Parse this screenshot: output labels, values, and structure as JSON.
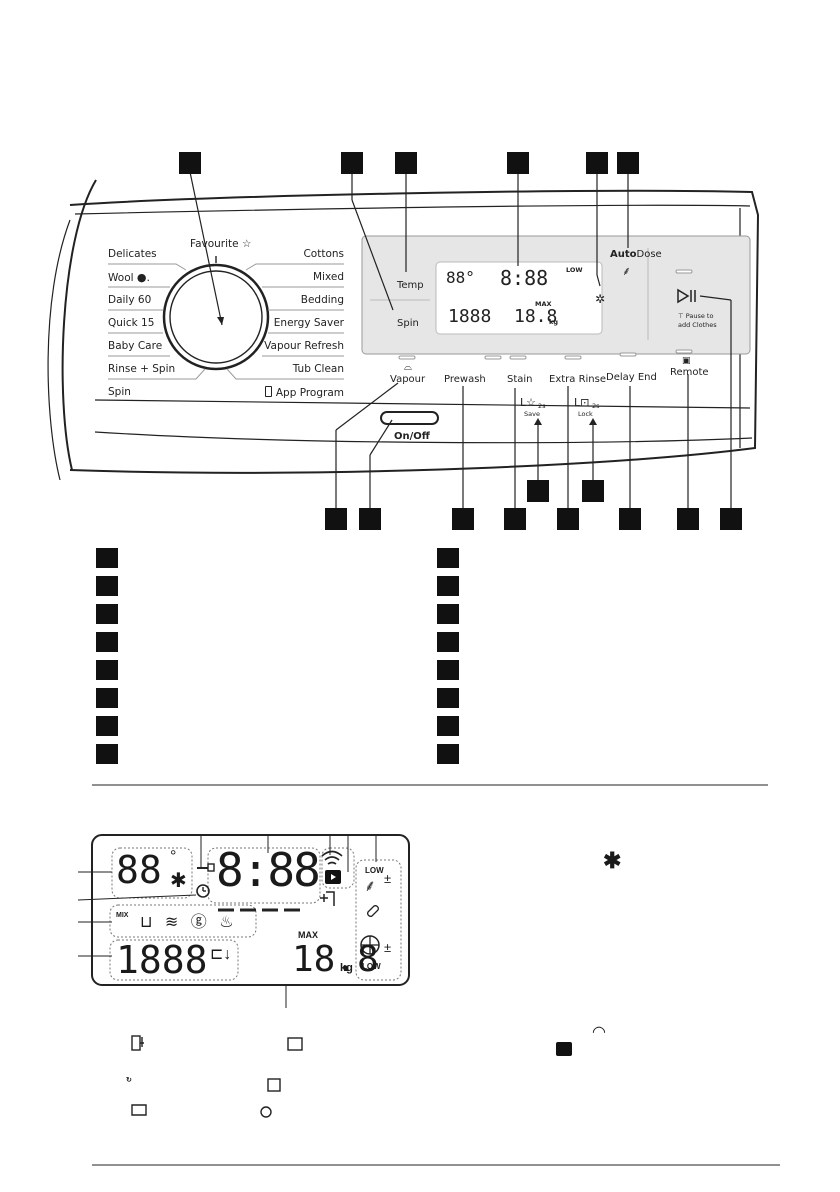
{
  "dial": {
    "favourite_label": "Favourite ☆",
    "left_programs": [
      "Delicates",
      "Wool",
      "Daily 60",
      "Quick 15",
      "Baby Care",
      "Rinse + Spin",
      "Spin"
    ],
    "right_programs": [
      "Cottons",
      "Mixed",
      "Bedding",
      "Energy Saver",
      "Vapour Refresh",
      "Tub Clean",
      "App Program"
    ]
  },
  "display_buttons": {
    "temp": "Temp",
    "spin": "Spin",
    "autodose_bold": "Auto",
    "autodose_rest": "Dose"
  },
  "lcd_digits": {
    "temp": "88°",
    "time": "8:88",
    "weight": "1888",
    "load": "18.8",
    "load_unit": "kg",
    "max_label": "MAX",
    "low_label": "LOW"
  },
  "buttons": {
    "vapour": "Vapour",
    "prewash": "Prewash",
    "stain": "Stain",
    "extra_rinse": "Extra Rinse",
    "delay_end": "Delay End",
    "remote": "Remote",
    "onoff": "On/Off"
  },
  "hints": {
    "pause_line1": "Pause to",
    "pause_line2": "add Clothes",
    "save": "Save",
    "lock": "Lock",
    "save_time": "2s",
    "lock_time": "2s"
  },
  "detail_display": {
    "temp": "88",
    "time": "8:88",
    "weight": "1888",
    "load": "18.8",
    "unit": "kg",
    "max": "MAX",
    "low_top": "LOW",
    "low_bottom": "LOW",
    "mix": "MIX"
  }
}
